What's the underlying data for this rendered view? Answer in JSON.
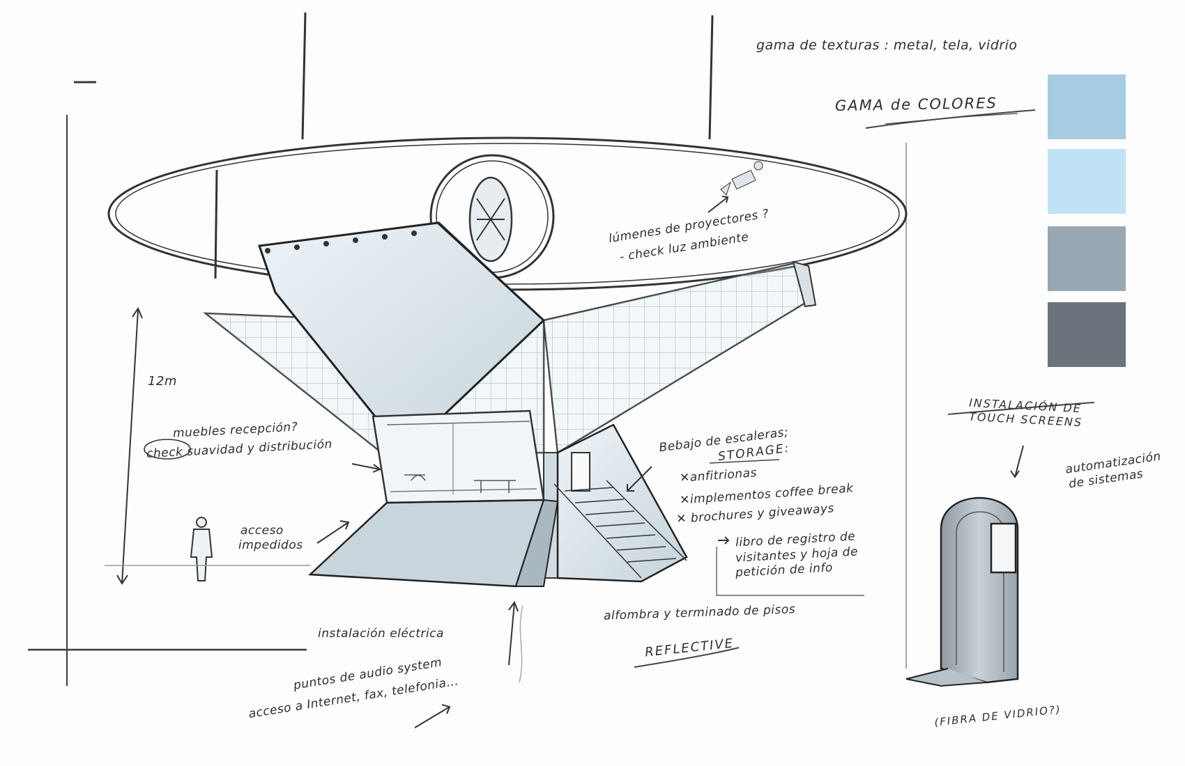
{
  "textures_note": "gama de texturas : metal, tela, vidrio",
  "palette": {
    "title": "GAMA de COLORES",
    "colors": [
      "#a7cce2",
      "#bfe3f4",
      "#98a7b1",
      "#6c737c"
    ]
  },
  "dimension_label": "12m",
  "notes": {
    "projectors": [
      "lúmenes de proyectores ?",
      "- check luz ambiente"
    ],
    "reception": [
      "muebles recepción?",
      "check suavidad y distribución"
    ],
    "access": [
      "acceso",
      "impedidos"
    ],
    "stairs": [
      "Bebajo de escaleras;",
      "STORAGE:"
    ],
    "storage_items": [
      "anfitrionas",
      "implementos coffee break",
      "brochures y giveaways"
    ],
    "guestbook": [
      "libro de registro de",
      "visitantes y hoja de",
      "petición de info"
    ],
    "floors": "alfombra y terminado de pisos",
    "reflective": "REFLECTIVE",
    "electrical": "instalación eléctrica",
    "services": [
      "puntos de audio system",
      "acceso a Internet, fax, telefonia..."
    ],
    "touchscreens_title": [
      "INSTALACIÓN DE",
      "TOUCH SCREENS"
    ],
    "automation": [
      "automatización",
      "de sistemas"
    ],
    "fiberglass": "(FIBRA DE VIDRIO?)"
  }
}
